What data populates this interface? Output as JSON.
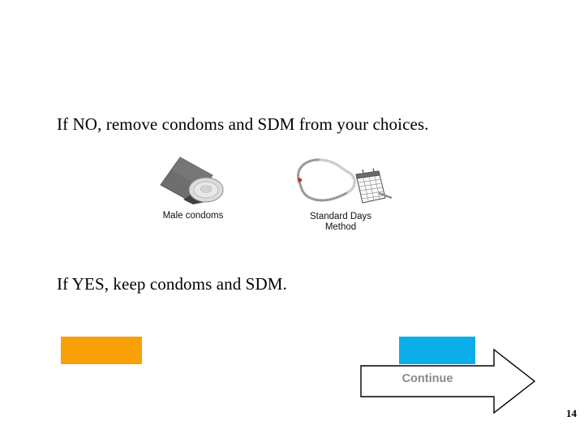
{
  "slide": {
    "page_number": "14",
    "background_color": "#ffffff"
  },
  "statements": {
    "no_branch": "If NO, remove condoms and SDM from your choices.",
    "yes_branch": "If YES, keep condoms and SDM."
  },
  "methods": [
    {
      "id": "male-condoms",
      "caption": "Male condoms",
      "icon": "condom-packet-icon"
    },
    {
      "id": "standard-days-method",
      "caption": "Standard Days\nMethod",
      "icon": "cyclebeads-calendar-icon"
    }
  ],
  "swatches": [
    {
      "id": "orange-swatch",
      "color": "#F7A008"
    },
    {
      "id": "blue-swatch",
      "color": "#0BAEE8"
    }
  ],
  "continue_button": {
    "label": "Continue",
    "label_color": "#8a8a8a",
    "outline_color": "#000000",
    "fill_color": "#ffffff",
    "icon": "right-arrow-icon"
  }
}
